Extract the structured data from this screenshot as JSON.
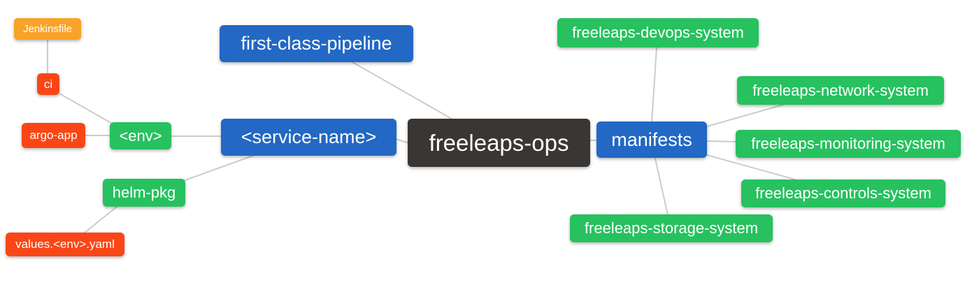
{
  "diagram": {
    "type": "mindmap",
    "background": "#ffffff",
    "palette": {
      "root": "#3a3634",
      "level1": "#2268c4",
      "level2": "#27c15f",
      "level3": "#fa4616",
      "level4": "#f9a328",
      "edge": "#cccccc",
      "text": "#ffffff"
    },
    "nodes": {
      "root": {
        "label": "freeleaps-ops",
        "depth": 0
      },
      "pipeline": {
        "label": "first-class-pipeline",
        "depth": 1
      },
      "service": {
        "label": "<service-name>",
        "depth": 1
      },
      "manifests": {
        "label": "manifests",
        "depth": 1
      },
      "env": {
        "label": "<env>",
        "depth": 2
      },
      "helm": {
        "label": "helm-pkg",
        "depth": 2
      },
      "ci": {
        "label": "ci",
        "depth": 3
      },
      "argo": {
        "label": "argo-app",
        "depth": 3
      },
      "jenkinsfile": {
        "label": "Jenkinsfile",
        "depth": 4
      },
      "values": {
        "label": "values.<env>.yaml",
        "depth": 3
      },
      "devops": {
        "label": "freeleaps-devops-system",
        "depth": 2
      },
      "network": {
        "label": "freeleaps-network-system",
        "depth": 2
      },
      "monitoring": {
        "label": "freeleaps-monitoring-system",
        "depth": 2
      },
      "controls": {
        "label": "freeleaps-controls-system",
        "depth": 2
      },
      "storage": {
        "label": "freeleaps-storage-system",
        "depth": 2
      }
    },
    "edges": [
      [
        "jenkinsfile",
        "ci"
      ],
      [
        "ci",
        "env"
      ],
      [
        "argo",
        "env"
      ],
      [
        "env",
        "service"
      ],
      [
        "helm",
        "service"
      ],
      [
        "values",
        "helm"
      ],
      [
        "pipeline",
        "root"
      ],
      [
        "service",
        "root"
      ],
      [
        "root",
        "manifests"
      ],
      [
        "manifests",
        "devops"
      ],
      [
        "manifests",
        "network"
      ],
      [
        "manifests",
        "monitoring"
      ],
      [
        "manifests",
        "controls"
      ],
      [
        "manifests",
        "storage"
      ]
    ]
  }
}
